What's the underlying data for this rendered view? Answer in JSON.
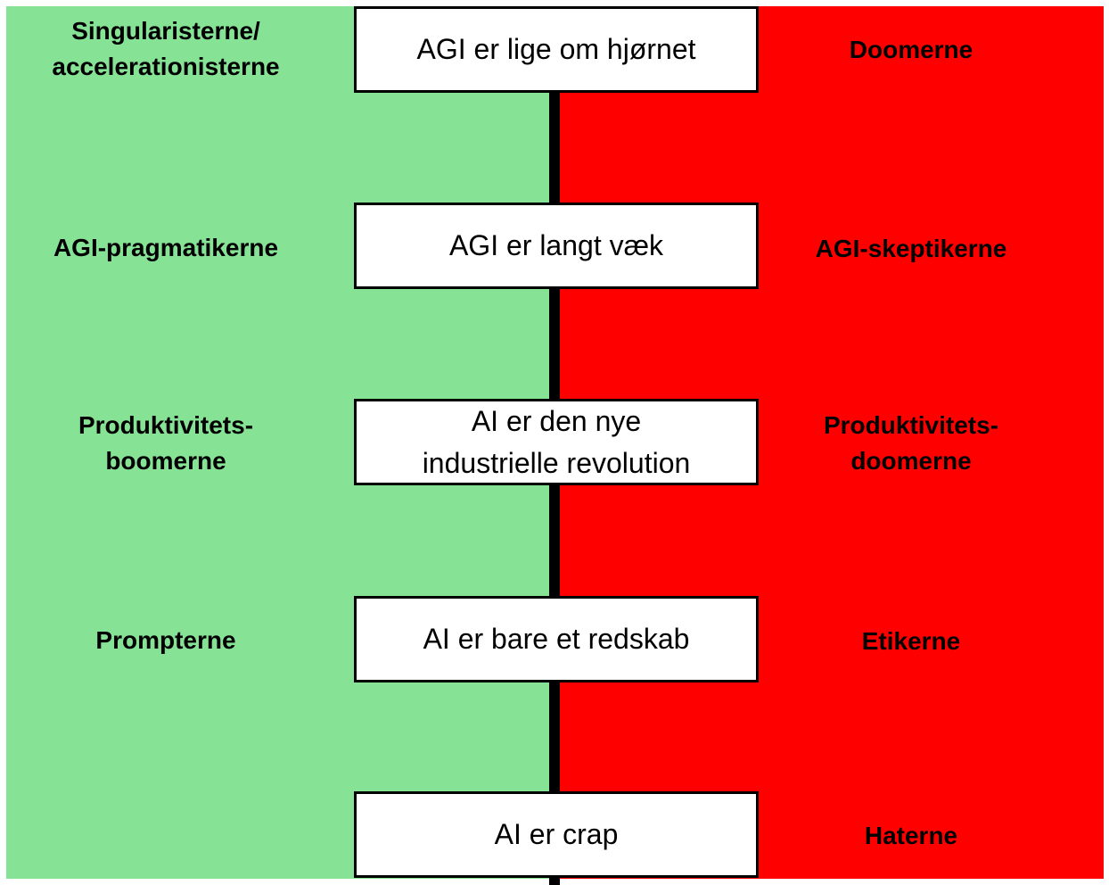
{
  "colors": {
    "left_background": "#86e294",
    "right_background": "#ff0000",
    "axis": "#000000",
    "box_fill": "#ffffff",
    "box_border": "#000000"
  },
  "rows": [
    {
      "statement": "AGI er lige om hjørnet",
      "left_label": "Singularisterne/\naccelerationisterne",
      "right_label": "Doomerne"
    },
    {
      "statement": "AGI er langt væk",
      "left_label": "AGI-pragmatikerne",
      "right_label": "AGI-skeptikerne"
    },
    {
      "statement": "AI er den nye\nindustrielle revolution",
      "left_label": "Produktivitets-\nboomerne",
      "right_label": "Produktivitets-\ndoomerne"
    },
    {
      "statement": "AI er bare et redskab",
      "left_label": "Prompterne",
      "right_label": "Etikerne"
    },
    {
      "statement": "AI er crap",
      "left_label": "",
      "right_label": "Haterne"
    }
  ]
}
